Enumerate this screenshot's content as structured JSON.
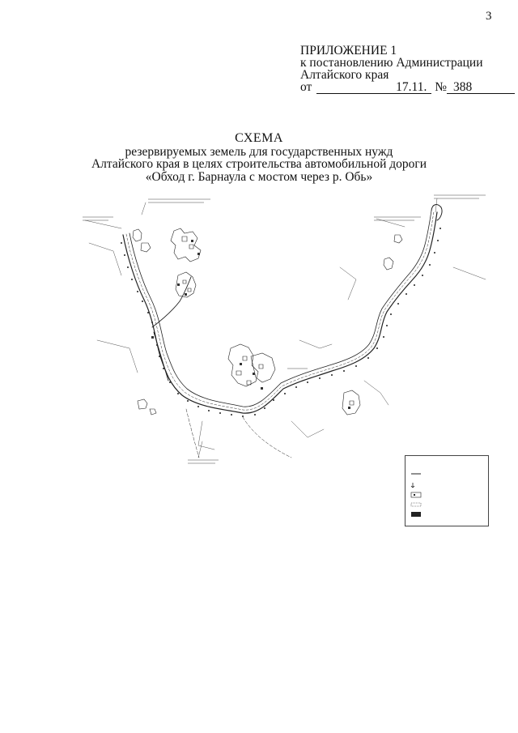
{
  "page_number": "3",
  "appendix": {
    "title": "ПРИЛОЖЕНИЕ 1",
    "line1": "к постановлению Администрации",
    "line2": "Алтайского края",
    "date_prefix": "от",
    "date_value": "17.11.",
    "number_prefix": "№",
    "number_value": "388"
  },
  "scheme": {
    "title": "СХЕМА",
    "line1": "резервируемых земель для государственных нужд",
    "line2": "Алтайского края в целях строительства автомобильной дороги",
    "line3": "«Обход г. Барнаула с мостом через р. Обь»"
  },
  "legend": {
    "colors": {
      "line": "#222222",
      "background": "#ffffff"
    }
  }
}
